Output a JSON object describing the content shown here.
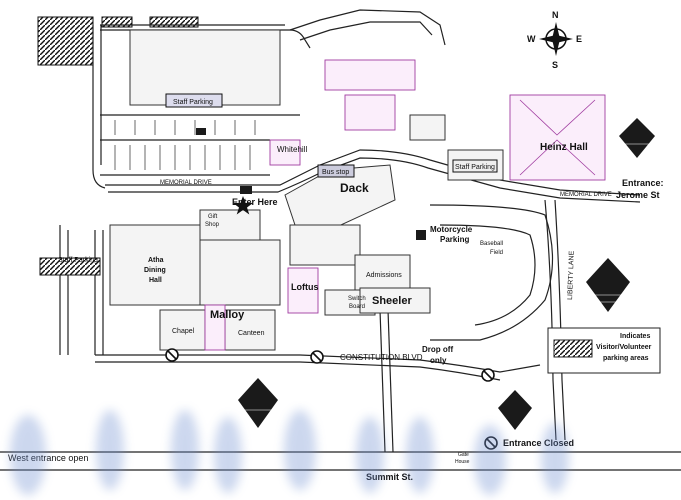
{
  "labels": {
    "staff_parking_top": "Staff Parking",
    "staff_parking_left": "Staff Parking",
    "staff_parking_right": "Staff Parking",
    "bus_stop": "Bus stop",
    "whitehill": "Whitehill",
    "memorial_drive_left": "MEMORIAL DRIVE",
    "memorial_drive_right": "MEMORIAL DRIVE",
    "dack": "Dack",
    "enter_here": "Enter Here",
    "gift_shop_1": "Gift",
    "gift_shop_2": "Shop",
    "heinz_hall": "Heinz Hall",
    "entrance_1": "Entrance:",
    "entrance_2": "Jerome St",
    "motorcycle_1": "Motorcycle",
    "motorcycle_2": "Parking",
    "baseball_1": "Baseball",
    "baseball_2": "Field",
    "liberty_lane": "LIBERTY LANE",
    "atha_1": "Atha",
    "atha_2": "Dining",
    "atha_3": "Hall",
    "admissions": "Admissions",
    "loftus": "Loftus",
    "switch_1": "Switch",
    "switch_2": "Board",
    "sheeler": "Sheeler",
    "malloy": "Malloy",
    "chapel": "Chapel",
    "canteen": "Canteen",
    "constitution_blvd": "CONSTITUTION BLVD",
    "drop_off_1": "Drop off",
    "drop_off_2": "only",
    "legend_1": "Indicates",
    "legend_2": "Visitor/Volunteer",
    "legend_3": "parking areas",
    "entrance_closed": "Entrance Closed",
    "west_entrance": "West entrance open",
    "gate_1": "Gate",
    "gate_2": "House",
    "summit_st": "Summit St.",
    "compass_n": "N",
    "compass_s": "S",
    "compass_e": "E",
    "compass_w": "W"
  },
  "icons": {
    "compass": "compass-rose-icon",
    "visitor_parking": "diamond-parking-icon",
    "enter_star": "star-icon",
    "no_entry": "no-entry-circle-icon"
  },
  "colors": {
    "ink": "#222222",
    "building_accent": "#a03ca0",
    "watermark_blue": "#6f8fd0",
    "parking_marker": "#1a1a1a"
  }
}
